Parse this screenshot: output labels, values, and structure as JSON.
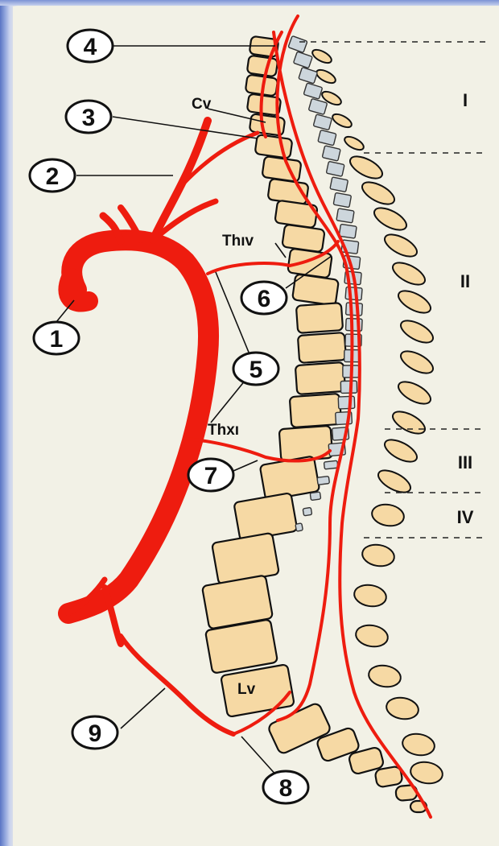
{
  "diagram": {
    "markers": [
      {
        "id": "1",
        "text": "1"
      },
      {
        "id": "2",
        "text": "2"
      },
      {
        "id": "3",
        "text": "3"
      },
      {
        "id": "4",
        "text": "4"
      },
      {
        "id": "5",
        "text": "5"
      },
      {
        "id": "6",
        "text": "6"
      },
      {
        "id": "7",
        "text": "7"
      },
      {
        "id": "8",
        "text": "8"
      },
      {
        "id": "9",
        "text": "9"
      }
    ],
    "levels": [
      "I",
      "II",
      "III",
      "IV"
    ],
    "vertebra_labels": {
      "cervical": "Cv",
      "thoracic_upper": "Thıv",
      "thoracic_lower": "Thxı",
      "lumbar": "Lv"
    },
    "colors": {
      "artery": "#ee1c0f",
      "vertebra_fill": "#f6d9a4",
      "cord_segment": "#cdd6dc",
      "outline": "#111111",
      "background": "#f2f1e6"
    }
  }
}
